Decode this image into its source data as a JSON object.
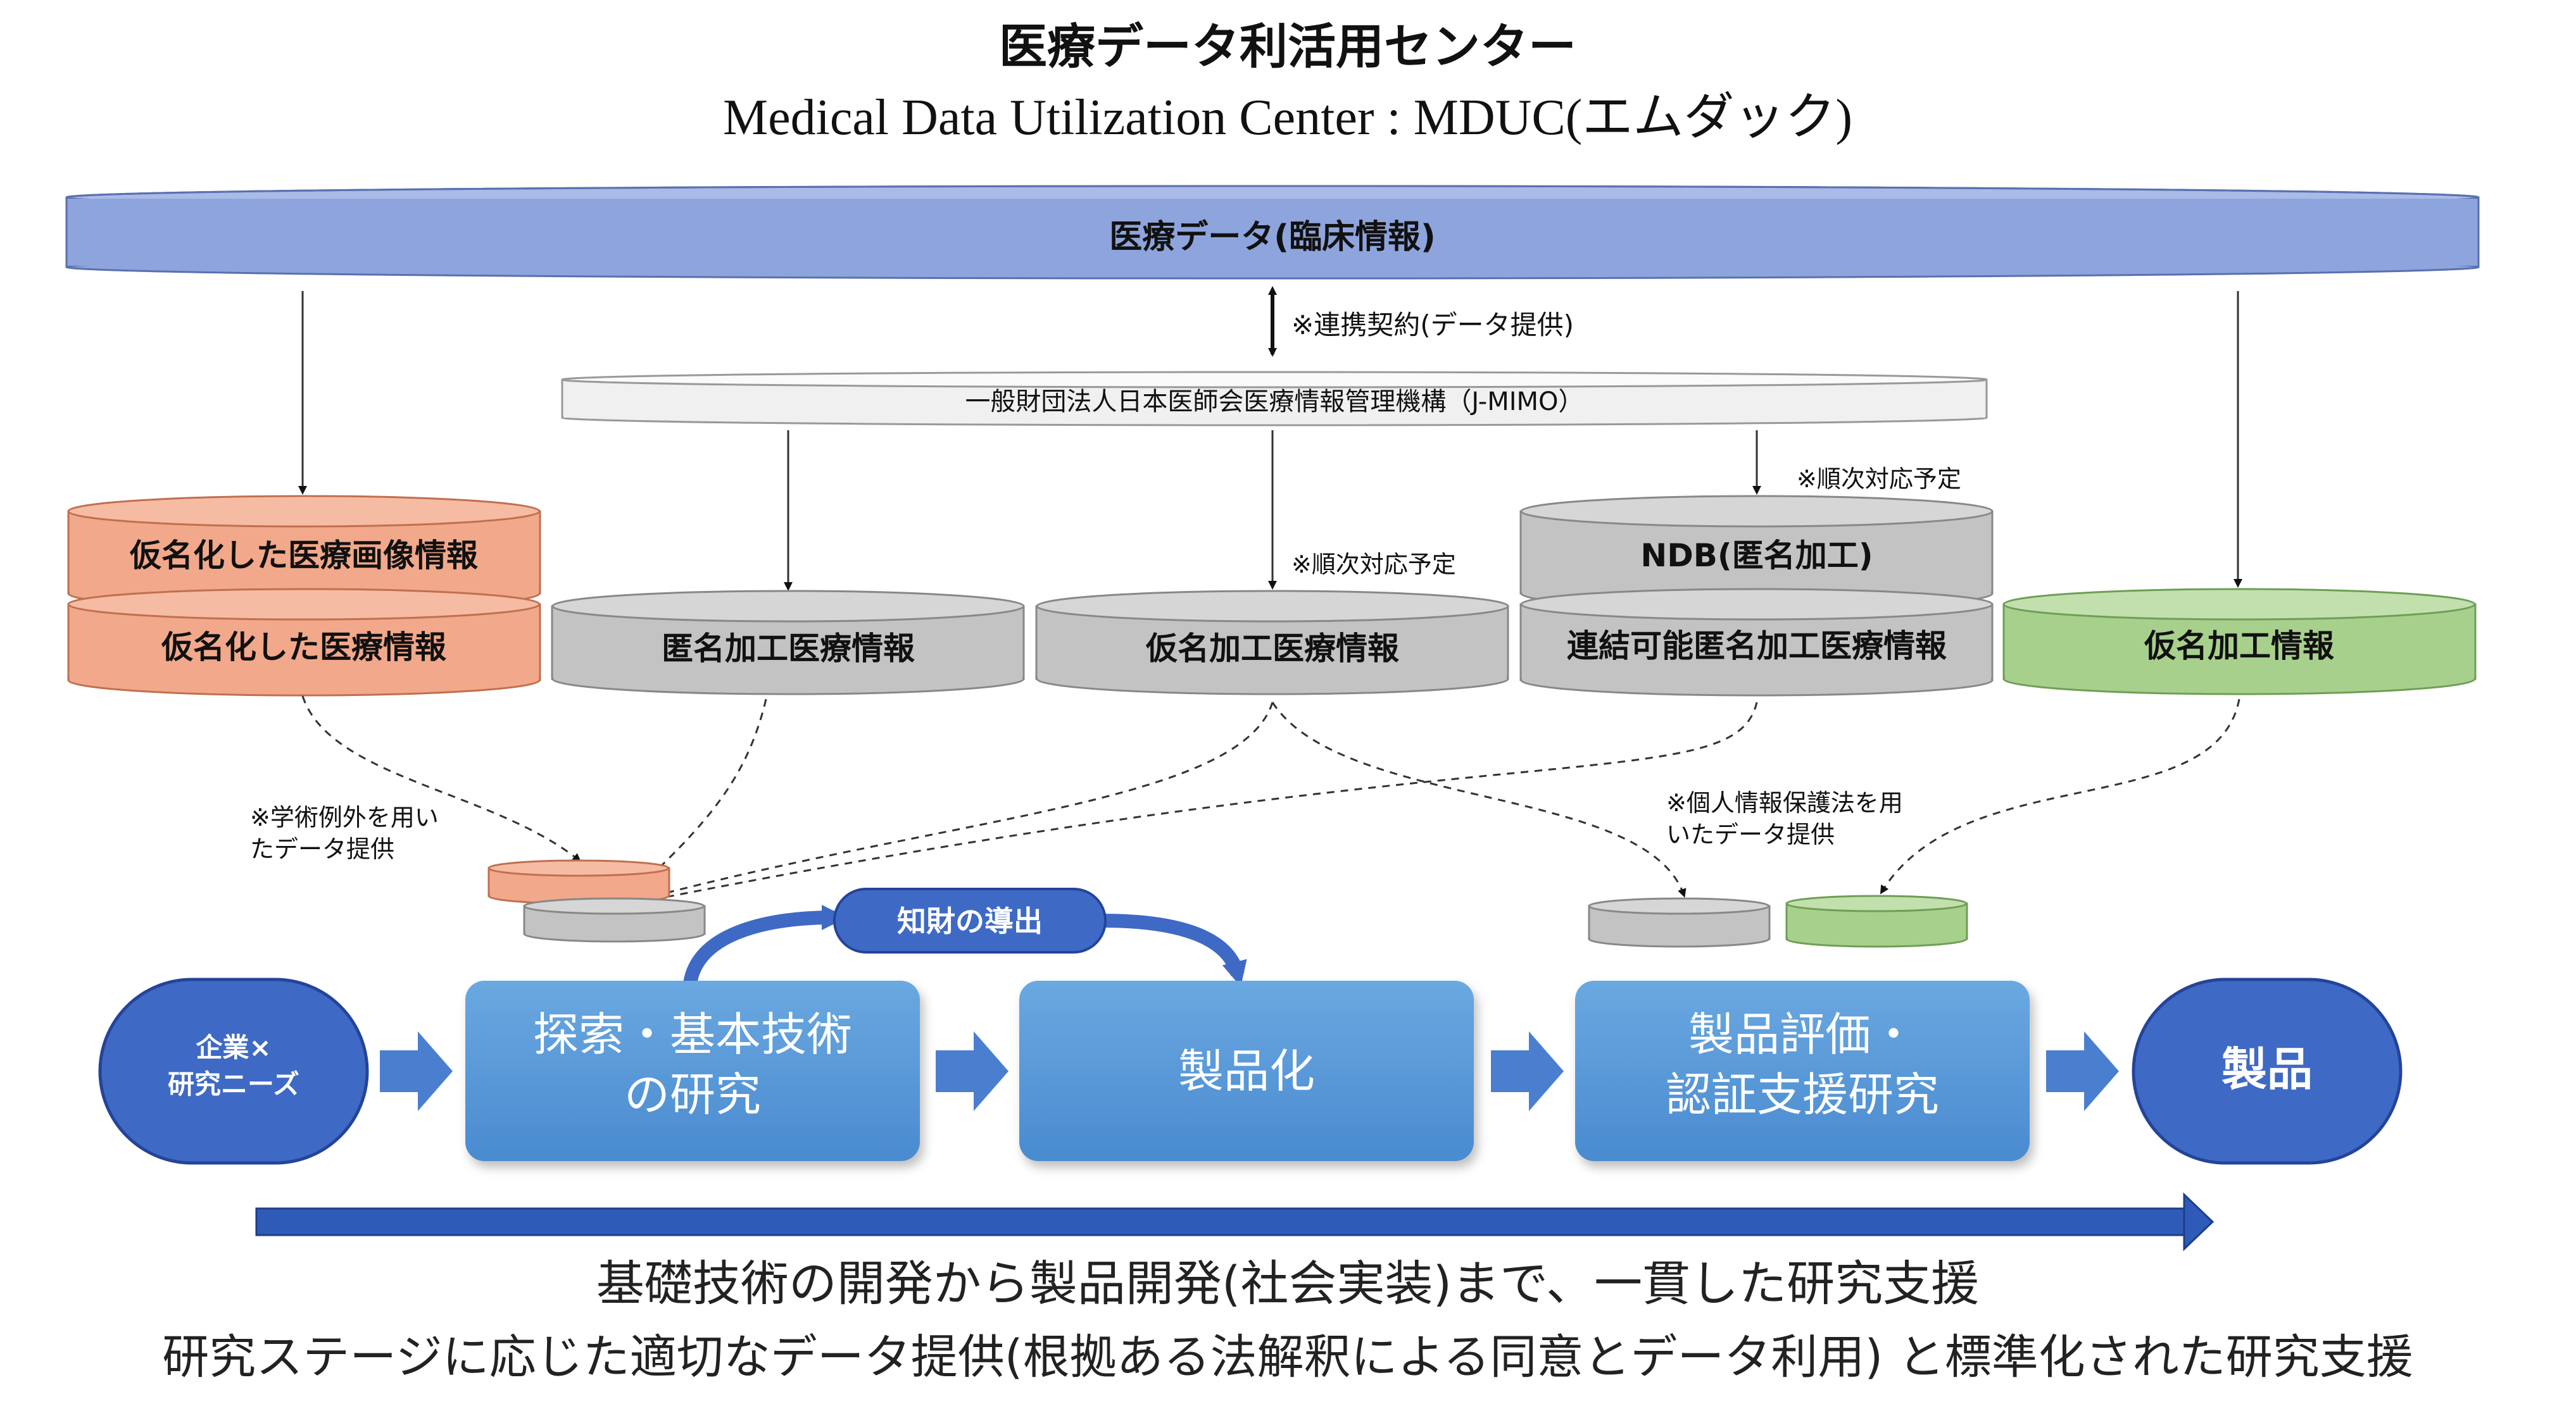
{
  "title": {
    "jp": "医療データ利活用センター",
    "en": "Medical Data Utilization Center : MDUC(エムダック)"
  },
  "top_source": {
    "label": "医療データ(臨床情報)"
  },
  "contract_note": "※連携契約(データ提供)",
  "jmimo": {
    "label": "一般財団法人日本医師会医療情報管理機構（J-MIMO）"
  },
  "notes": {
    "sequential_1": "※順次対応予定",
    "sequential_2": "※順次対応予定",
    "academic_exception": [
      "※学術例外を用い",
      "たデータ提供"
    ],
    "privacy_law": [
      "※個人情報保護法を用",
      "いたデータ提供"
    ]
  },
  "databases": {
    "pseudonymized_image": "仮名化した医療画像情報",
    "pseudonymized_medical": "仮名化した医療情報",
    "anonymized_processed": "匿名加工医療情報",
    "pseudonymized_processed": "仮名加工医療情報",
    "ndb": "NDB(匿名加工)",
    "linkable_anonymized": "連結可能匿名加工医療情報",
    "pseudonymized_info": "仮名加工情報"
  },
  "ip_badge": "知財の導出",
  "flow": {
    "start": [
      "企業×",
      "研究ニーズ"
    ],
    "stage1": [
      "探索・基本技術",
      "の研究"
    ],
    "stage2": [
      "製品化"
    ],
    "stage3": [
      "製品評価・",
      "認証支援研究"
    ],
    "end": [
      "製品"
    ]
  },
  "footer": {
    "line1": "基礎技術の開発から製品開発(社会実装)まで、一貫した研究支援",
    "line2": "研究ステージに応じた適切なデータ提供(根拠ある法解釈による同意とデータ利用) と標準化された研究支援"
  },
  "colors": {
    "banner_fill": "#8ea4dc",
    "salmon": "#f2a88a",
    "gray": "#c3c3c3",
    "green": "#a8d08d",
    "jmimo_fill": "#f0f0f0",
    "flow_box": "#5b9bd5",
    "dark_blue": "#3e6ac5",
    "arrow_blue": "#2f5bb8"
  }
}
